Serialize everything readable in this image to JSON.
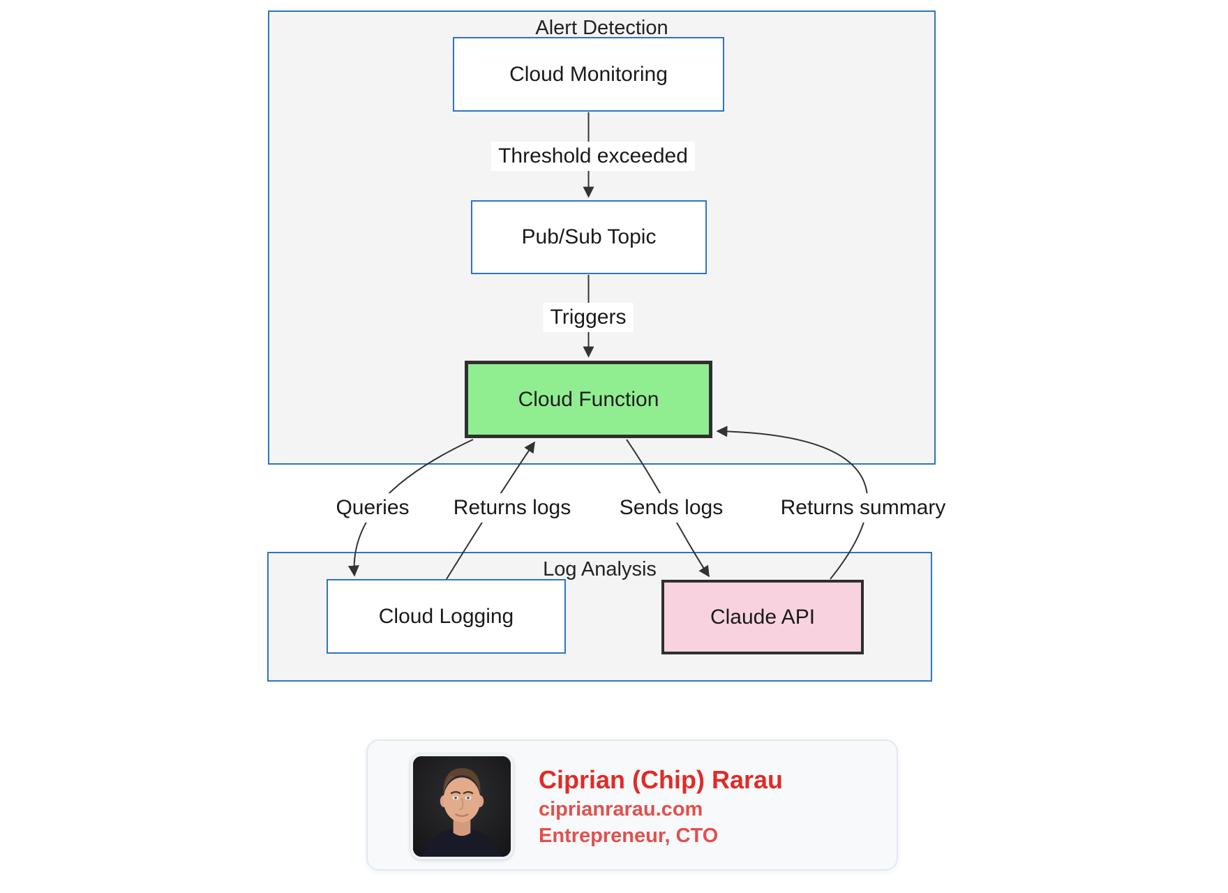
{
  "diagram": {
    "clusters": [
      {
        "id": "alert-detection",
        "title": "Alert Detection"
      },
      {
        "id": "log-analysis",
        "title": "Log Analysis"
      }
    ],
    "nodes": [
      {
        "id": "cloud-monitoring",
        "label": "Cloud Monitoring"
      },
      {
        "id": "pubsub-topic",
        "label": "Pub/Sub Topic"
      },
      {
        "id": "cloud-function",
        "label": "Cloud Function"
      },
      {
        "id": "cloud-logging",
        "label": "Cloud Logging"
      },
      {
        "id": "claude-api",
        "label": "Claude API"
      }
    ],
    "edges": [
      {
        "from": "cloud-monitoring",
        "to": "pubsub-topic",
        "label": "Threshold exceeded"
      },
      {
        "from": "pubsub-topic",
        "to": "cloud-function",
        "label": "Triggers"
      },
      {
        "from": "cloud-function",
        "to": "cloud-logging",
        "label": "Queries"
      },
      {
        "from": "cloud-logging",
        "to": "cloud-function",
        "label": "Returns logs"
      },
      {
        "from": "cloud-function",
        "to": "claude-api",
        "label": "Sends logs"
      },
      {
        "from": "claude-api",
        "to": "cloud-function",
        "label": "Returns summary"
      }
    ]
  },
  "author_card": {
    "name": "Ciprian (Chip) Rarau",
    "website": "ciprianrarau.com",
    "title": "Entrepreneur, CTO",
    "avatar": "portrait-photo"
  },
  "theme": {
    "cluster-fill": "#f4f4f5",
    "cluster-border": "#2b74c7",
    "node-border": "#2b74c7",
    "edge-color": "#333333",
    "green-fill": "#90ee90",
    "pink-fill": "#f8d3df",
    "dark-border": "#2f2f2f",
    "label-bg": "#ffffff",
    "text-color": "#1a1a1a",
    "card-bg": "#f7f9fb",
    "card-border": "#e3e9f0",
    "name-red": "#e02b27",
    "accent-red": "#e1504c"
  }
}
